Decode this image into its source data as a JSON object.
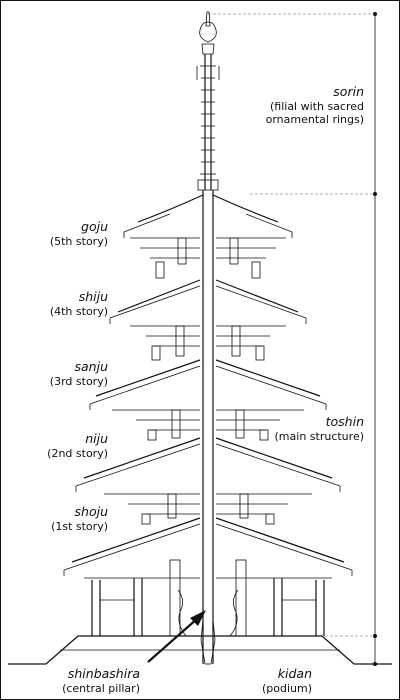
{
  "labels": {
    "sorin": {
      "name": "sorin",
      "sub1": "(filial with sacred",
      "sub2": "ornamental rings)"
    },
    "toshin": {
      "name": "toshin",
      "sub": "(main structure)"
    },
    "kidan": {
      "name": "kidan",
      "sub": "(podium)"
    },
    "goju": {
      "name": "goju",
      "sub": "(5th story)"
    },
    "shiju": {
      "name": "shiju",
      "sub": "(4th story)"
    },
    "sanju": {
      "name": "sanju",
      "sub": "(3rd story)"
    },
    "niju": {
      "name": "niju",
      "sub": "(2nd story)"
    },
    "shoju": {
      "name": "shoju",
      "sub": "(1st story)"
    },
    "shinbashira": {
      "name": "shinbashira",
      "sub": "(central pillar)"
    }
  },
  "colors": {
    "ink": "#111111",
    "guide": "#999999",
    "background": "#ffffff"
  }
}
